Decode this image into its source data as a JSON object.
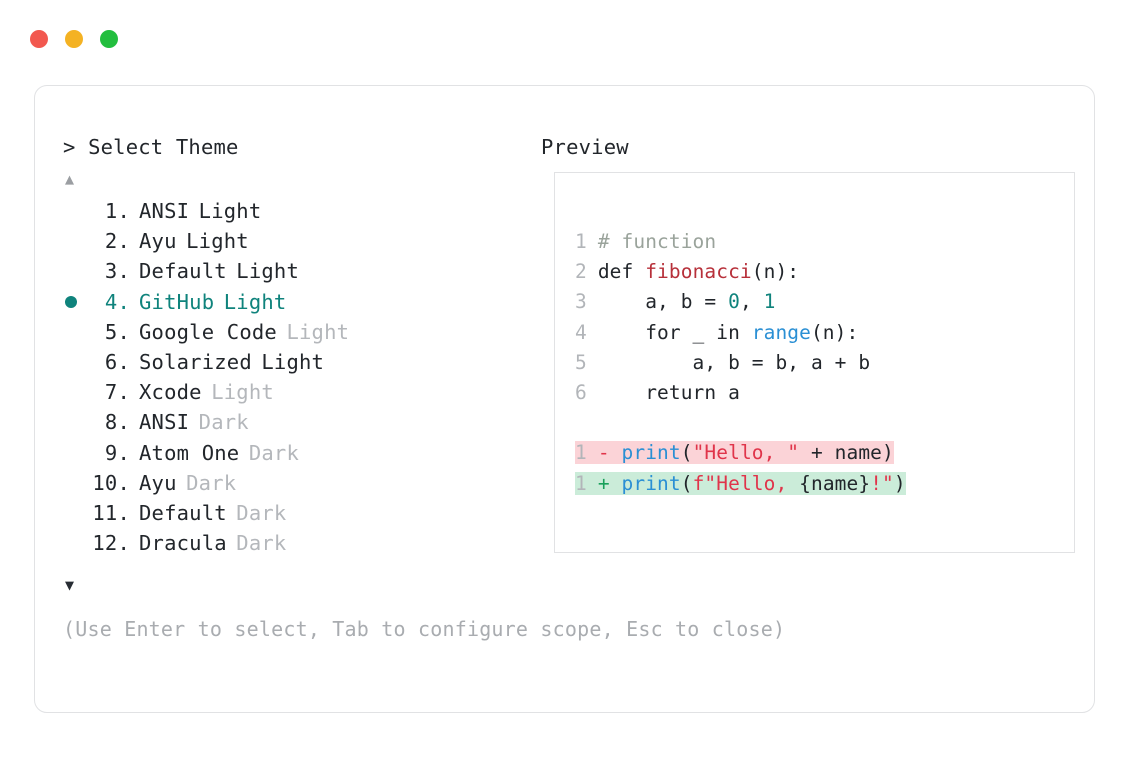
{
  "window": {
    "dots": [
      {
        "name": "close",
        "color": "#f2584f"
      },
      {
        "name": "minimize",
        "color": "#f4b223"
      },
      {
        "name": "maximize",
        "color": "#22be3e"
      }
    ]
  },
  "selector": {
    "heading": "> Select Theme",
    "scroll_up": "▲",
    "scroll_down": "▼",
    "selected_index": 4,
    "bullet_glyph": "●",
    "accent_color": "#0f837c",
    "items": [
      {
        "index": "1.",
        "name": "ANSI",
        "variant": "Light",
        "variant_dim": false
      },
      {
        "index": "2.",
        "name": "Ayu",
        "variant": "Light",
        "variant_dim": false
      },
      {
        "index": "3.",
        "name": "Default",
        "variant": "Light",
        "variant_dim": false
      },
      {
        "index": "4.",
        "name": "GitHub",
        "variant": "Light",
        "variant_dim": false
      },
      {
        "index": "5.",
        "name": "Google Code",
        "variant": "Light",
        "variant_dim": true
      },
      {
        "index": "6.",
        "name": "Solarized",
        "variant": "Light",
        "variant_dim": false
      },
      {
        "index": "7.",
        "name": "Xcode",
        "variant": "Light",
        "variant_dim": true
      },
      {
        "index": "8.",
        "name": "ANSI",
        "variant": "Dark",
        "variant_dim": true
      },
      {
        "index": "9.",
        "name": "Atom One",
        "variant": "Dark",
        "variant_dim": true
      },
      {
        "index": "10.",
        "name": "Ayu",
        "variant": "Dark",
        "variant_dim": true
      },
      {
        "index": "11.",
        "name": "Default",
        "variant": "Dark",
        "variant_dim": true
      },
      {
        "index": "12.",
        "name": "Dracula",
        "variant": "Dark",
        "variant_dim": true
      }
    ]
  },
  "preview": {
    "label": "Preview",
    "code": [
      {
        "ln": "1",
        "tokens": [
          {
            "t": " # function",
            "c": "comment"
          }
        ]
      },
      {
        "ln": "2",
        "tokens": [
          {
            "t": " def ",
            "c": "plain"
          },
          {
            "t": "fibonacci",
            "c": "func"
          },
          {
            "t": "(n):",
            "c": "plain"
          }
        ]
      },
      {
        "ln": "3",
        "tokens": [
          {
            "t": "     a, b = ",
            "c": "plain"
          },
          {
            "t": "0",
            "c": "num"
          },
          {
            "t": ", ",
            "c": "plain"
          },
          {
            "t": "1",
            "c": "num"
          }
        ]
      },
      {
        "ln": "4",
        "tokens": [
          {
            "t": "     for _ in ",
            "c": "plain"
          },
          {
            "t": "range",
            "c": "builtin"
          },
          {
            "t": "(n):",
            "c": "plain"
          }
        ]
      },
      {
        "ln": "5",
        "tokens": [
          {
            "t": "         a, b = b, a + b",
            "c": "plain"
          }
        ]
      },
      {
        "ln": "6",
        "tokens": [
          {
            "t": "     return a",
            "c": "plain"
          }
        ]
      }
    ],
    "diff": [
      {
        "ln": "1",
        "kind": "del",
        "tokens": [
          {
            "t": " ",
            "c": "plain"
          },
          {
            "t": "-",
            "c": "minus"
          },
          {
            "t": " ",
            "c": "plain"
          },
          {
            "t": "print",
            "c": "builtin"
          },
          {
            "t": "(",
            "c": "plain"
          },
          {
            "t": "\"Hello, \"",
            "c": "str"
          },
          {
            "t": " + name)",
            "c": "plain"
          }
        ]
      },
      {
        "ln": "1",
        "kind": "add",
        "tokens": [
          {
            "t": " ",
            "c": "plain"
          },
          {
            "t": "+",
            "c": "plus"
          },
          {
            "t": " ",
            "c": "plain"
          },
          {
            "t": "print",
            "c": "builtin"
          },
          {
            "t": "(",
            "c": "plain"
          },
          {
            "t": "f\"Hello, ",
            "c": "str"
          },
          {
            "t": "{name}",
            "c": "plain"
          },
          {
            "t": "!\"",
            "c": "str"
          },
          {
            "t": ")",
            "c": "plain"
          }
        ]
      }
    ]
  },
  "footer": {
    "hint": "(Use Enter to select, Tab to configure scope, Esc to close)"
  }
}
